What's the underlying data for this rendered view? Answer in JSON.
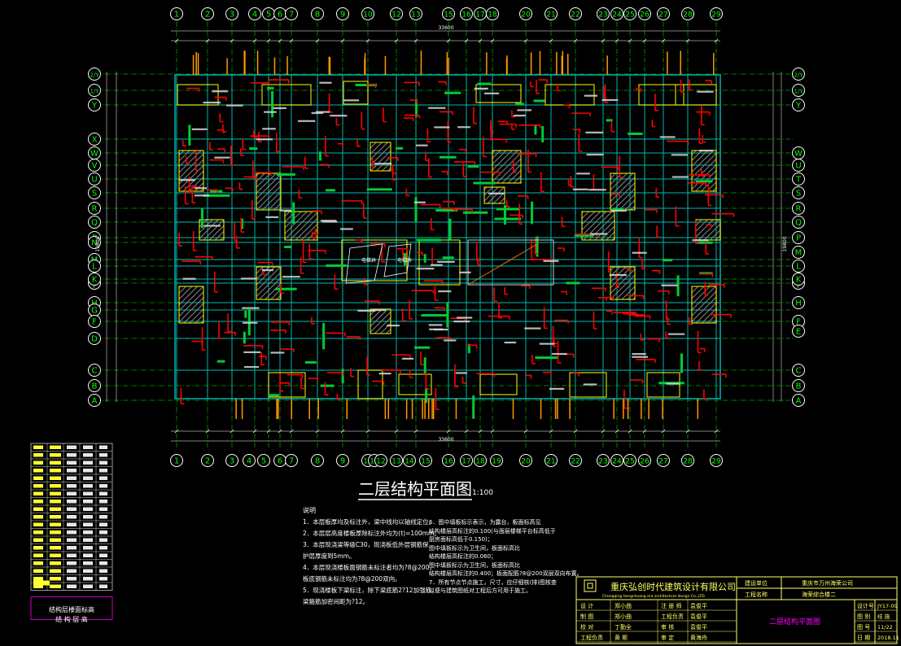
{
  "drawing": {
    "title": "二层结构平面图",
    "scale": "1:100",
    "top_axes": [
      "1",
      "2",
      "3",
      "4",
      "5",
      "6",
      "7",
      "8",
      "9",
      "10",
      "12",
      "13",
      "15",
      "16",
      "17",
      "18",
      "20",
      "21",
      "22",
      "23",
      "24",
      "25",
      "26",
      "27",
      "28",
      "29"
    ],
    "bottom_axes": [
      "1",
      "2",
      "3",
      "4",
      "5",
      "6",
      "7",
      "8",
      "9",
      "10",
      "11",
      "12",
      "13",
      "14",
      "15",
      "16",
      "17",
      "18",
      "19",
      "20",
      "21",
      "22",
      "23",
      "24",
      "25",
      "26",
      "27",
      "28",
      "29"
    ],
    "left_axes": [
      "2/Y",
      "1/Y",
      "Y",
      "X",
      "W",
      "V",
      "U",
      "S",
      "R",
      "Q",
      "P",
      "N",
      "M",
      "L",
      "J",
      "K",
      "H",
      "G",
      "F",
      "D",
      "C",
      "B",
      "A"
    ],
    "right_axes": [
      "2/Y",
      "1/Y",
      "Y",
      "W",
      "U",
      "T",
      "S",
      "R",
      "Q",
      "P",
      "M",
      "L",
      "J",
      "K",
      "H",
      "F",
      "E",
      "C",
      "B",
      "A"
    ],
    "overall_width": "33600",
    "overall_height": "19800",
    "stair_labels": [
      "电梯井",
      "电梯井"
    ]
  },
  "legend": {
    "title": "结构层楼面标高",
    "subtitle": "结 构 层 高"
  },
  "notes": {
    "heading": "说明",
    "items": [
      "1．本层板厚均及标注外，梁中线均以轴线定位。",
      "2．本层层高度楼板厚除标注外均为(t)=100mm。",
      "3．本层现浇梁等级C30，现浇板低外层钢筋保",
      "   护层厚度到5mm。",
      "4．本层现浇楼板面钢筋未标注者均为?8@200，",
      "   板底钢筋未标注均为?8@200双向。",
      "5．现浇楼板下梁标注，除下梁底筋2?12加强筋；",
      "   梁箍筋加密间距为?12。",
      "6．图中填板标示表示，为露台，板面标高见",
      "   结构楼层高标注的0.100(与面层楼梯平台标高低于",
      "   厨房面标高低于0.150)；",
      "   图中填板标示为卫生间，板面标高比",
      "   结构楼层高标注的0.060；",
      "   图中填板标示为卫生间，板面标高比",
      "   结构楼层高标注的0.400；板面配筋?8@200双层双向布置。",
      "7．所有节点节点施工，尺寸，应仔细核(排)图核查",
      "   以便与建筑图纸对工程后方可用于施工。"
    ]
  },
  "title_block": {
    "company": "重庆弘创时代建筑设计有限公司",
    "company_en": "Chongqing hongchuang era architecture design Co.,LTD.",
    "client_label": "建设单位",
    "client": "重庆市万州海荣公司",
    "project_label": "工程名称",
    "project": "海荣综合楼二",
    "drawing_name": "二层结构平面图",
    "rows": [
      [
        "设 计",
        "郑小曲",
        "注 册 师",
        "袁俊平"
      ],
      [
        "制 图",
        "郑小曲",
        "工程负责",
        "袁俊平"
      ],
      [
        "校 对",
        "丁勤全",
        "审 核",
        "袁俊平"
      ],
      [
        "工程负责",
        "黄 斯",
        "审 定",
        "黄海舟"
      ]
    ],
    "meta": [
      [
        "设计号",
        "JY17-09"
      ],
      [
        "图 别",
        "结 施"
      ],
      [
        "图 号",
        "11/22"
      ],
      [
        "日 期",
        "2018.11"
      ]
    ]
  },
  "colors": {
    "axis_bubble": "#00ff00",
    "beam": "#00b0b0",
    "rebar": "#ff0000",
    "wall": "#ffff00",
    "dim": "#ffffff",
    "hatch": "#808080",
    "magenta": "#ff00ff"
  }
}
